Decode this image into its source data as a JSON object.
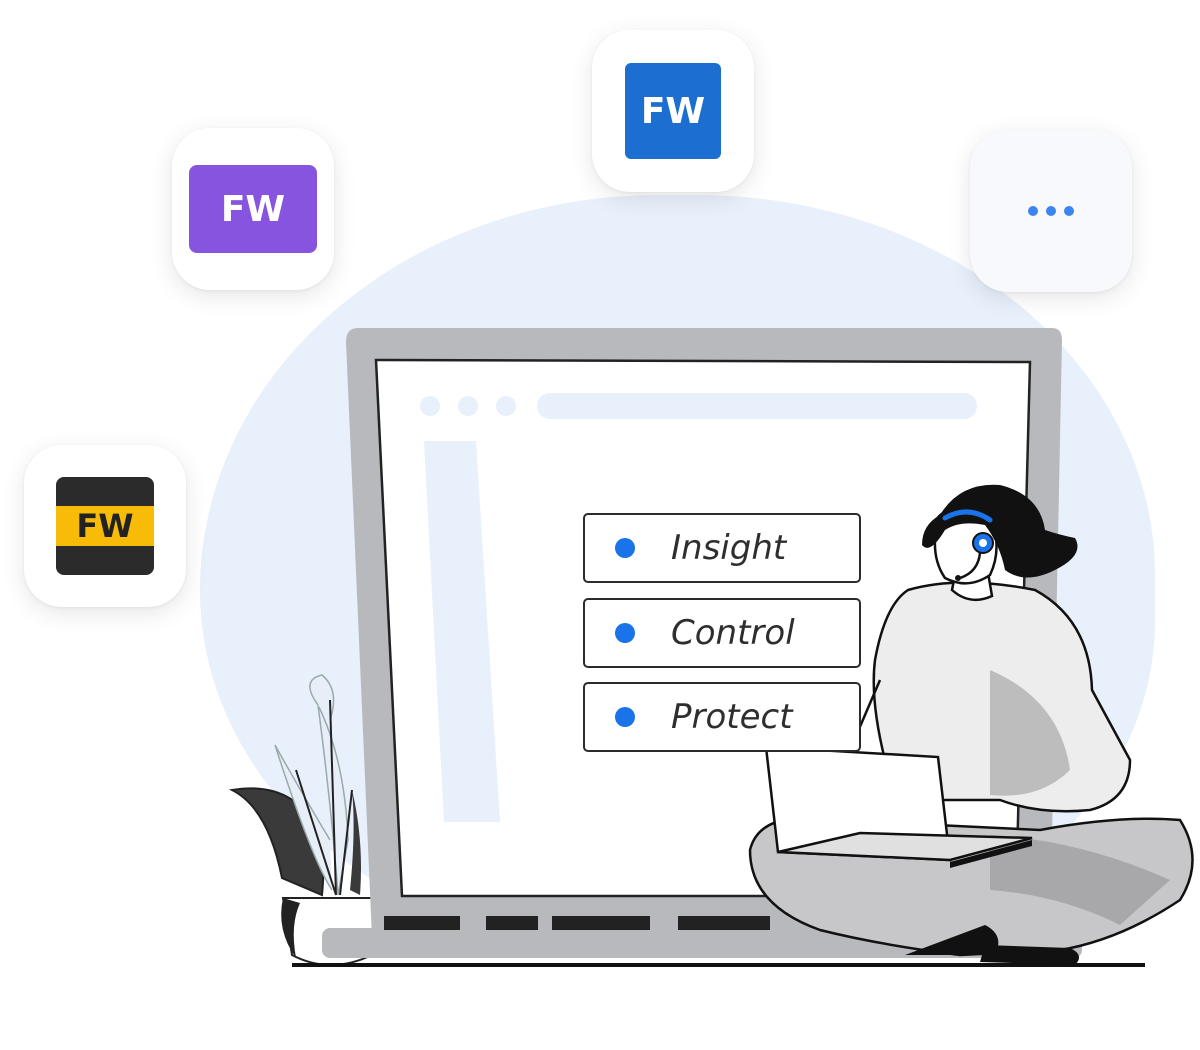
{
  "apps": [
    {
      "label": "FW",
      "color": "#8754e0",
      "icon": "fw-purple-app-icon"
    },
    {
      "label": "FW",
      "color": "#1c6fd1",
      "icon": "fw-blue-app-icon"
    },
    {
      "label": "FW",
      "color": "#f8bb08",
      "icon": "fw-yellow-app-icon"
    }
  ],
  "more_icon": "ellipsis-icon",
  "features": [
    {
      "label": "Insight"
    },
    {
      "label": "Control"
    },
    {
      "label": "Protect"
    }
  ],
  "colors": {
    "background_blob": "#e8f0fb",
    "accent": "#1a73e8",
    "headset": "#1a73e8",
    "laptop_frame": "#b7b9bd"
  }
}
